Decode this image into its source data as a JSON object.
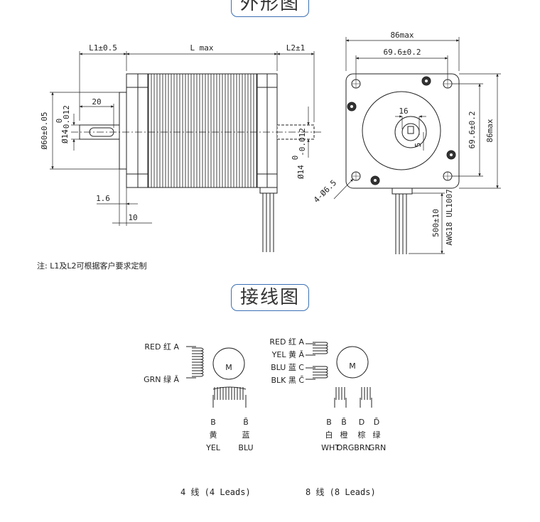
{
  "titles": {
    "outline": "外形图",
    "wiring": "接线图"
  },
  "dims": {
    "l1": "L1±0.5",
    "l": "L max",
    "l2": "L2±1",
    "shaft_len": "20",
    "body_dia": "Ø60±0.05",
    "shaft_dia": "Ø14",
    "tol_top": "0",
    "tol_bottom": "-0.012",
    "rear_shaft_dia": "Ø14",
    "flange_thk": "1.6",
    "boss_len": "10",
    "width": "86max",
    "hole_pitch_w": "69.6±0.2",
    "height": "86max",
    "hole_pitch_h": "69.6±0.2",
    "hole_dia": "4-Ø6.5",
    "flat_w": "16",
    "key_depth": "5",
    "lead_len": "500±10",
    "wire_spec": "AWG18 UL1007"
  },
  "note": "注: L1及L2可根据客户要求定制",
  "motor_symbol": "M",
  "wiring4": {
    "caption": "4 线 (4 Leads)",
    "a_label": "RED 红 A",
    "abar_label": "GRN 绿 Ā",
    "b_letter": "B",
    "b_cn": "黄",
    "b_en": "YEL",
    "bbar_letter": "B̄",
    "bbar_cn": "蓝",
    "bbar_en": "BLU"
  },
  "wiring8": {
    "caption": "8 线 (8 Leads)",
    "a_label": "RED 红 A",
    "abar_label": "YEL 黄 Ā",
    "c_label": "BLU 蓝 C",
    "cbar_label": "BLK 黑 C̄",
    "bottom_letters": [
      "B",
      "B̄",
      "D",
      "D̄"
    ],
    "bottom_cn": [
      "白",
      "橙",
      "棕",
      "绿"
    ],
    "bottom_en": [
      "WHT",
      "ORG",
      "BRN",
      "GRN"
    ]
  }
}
